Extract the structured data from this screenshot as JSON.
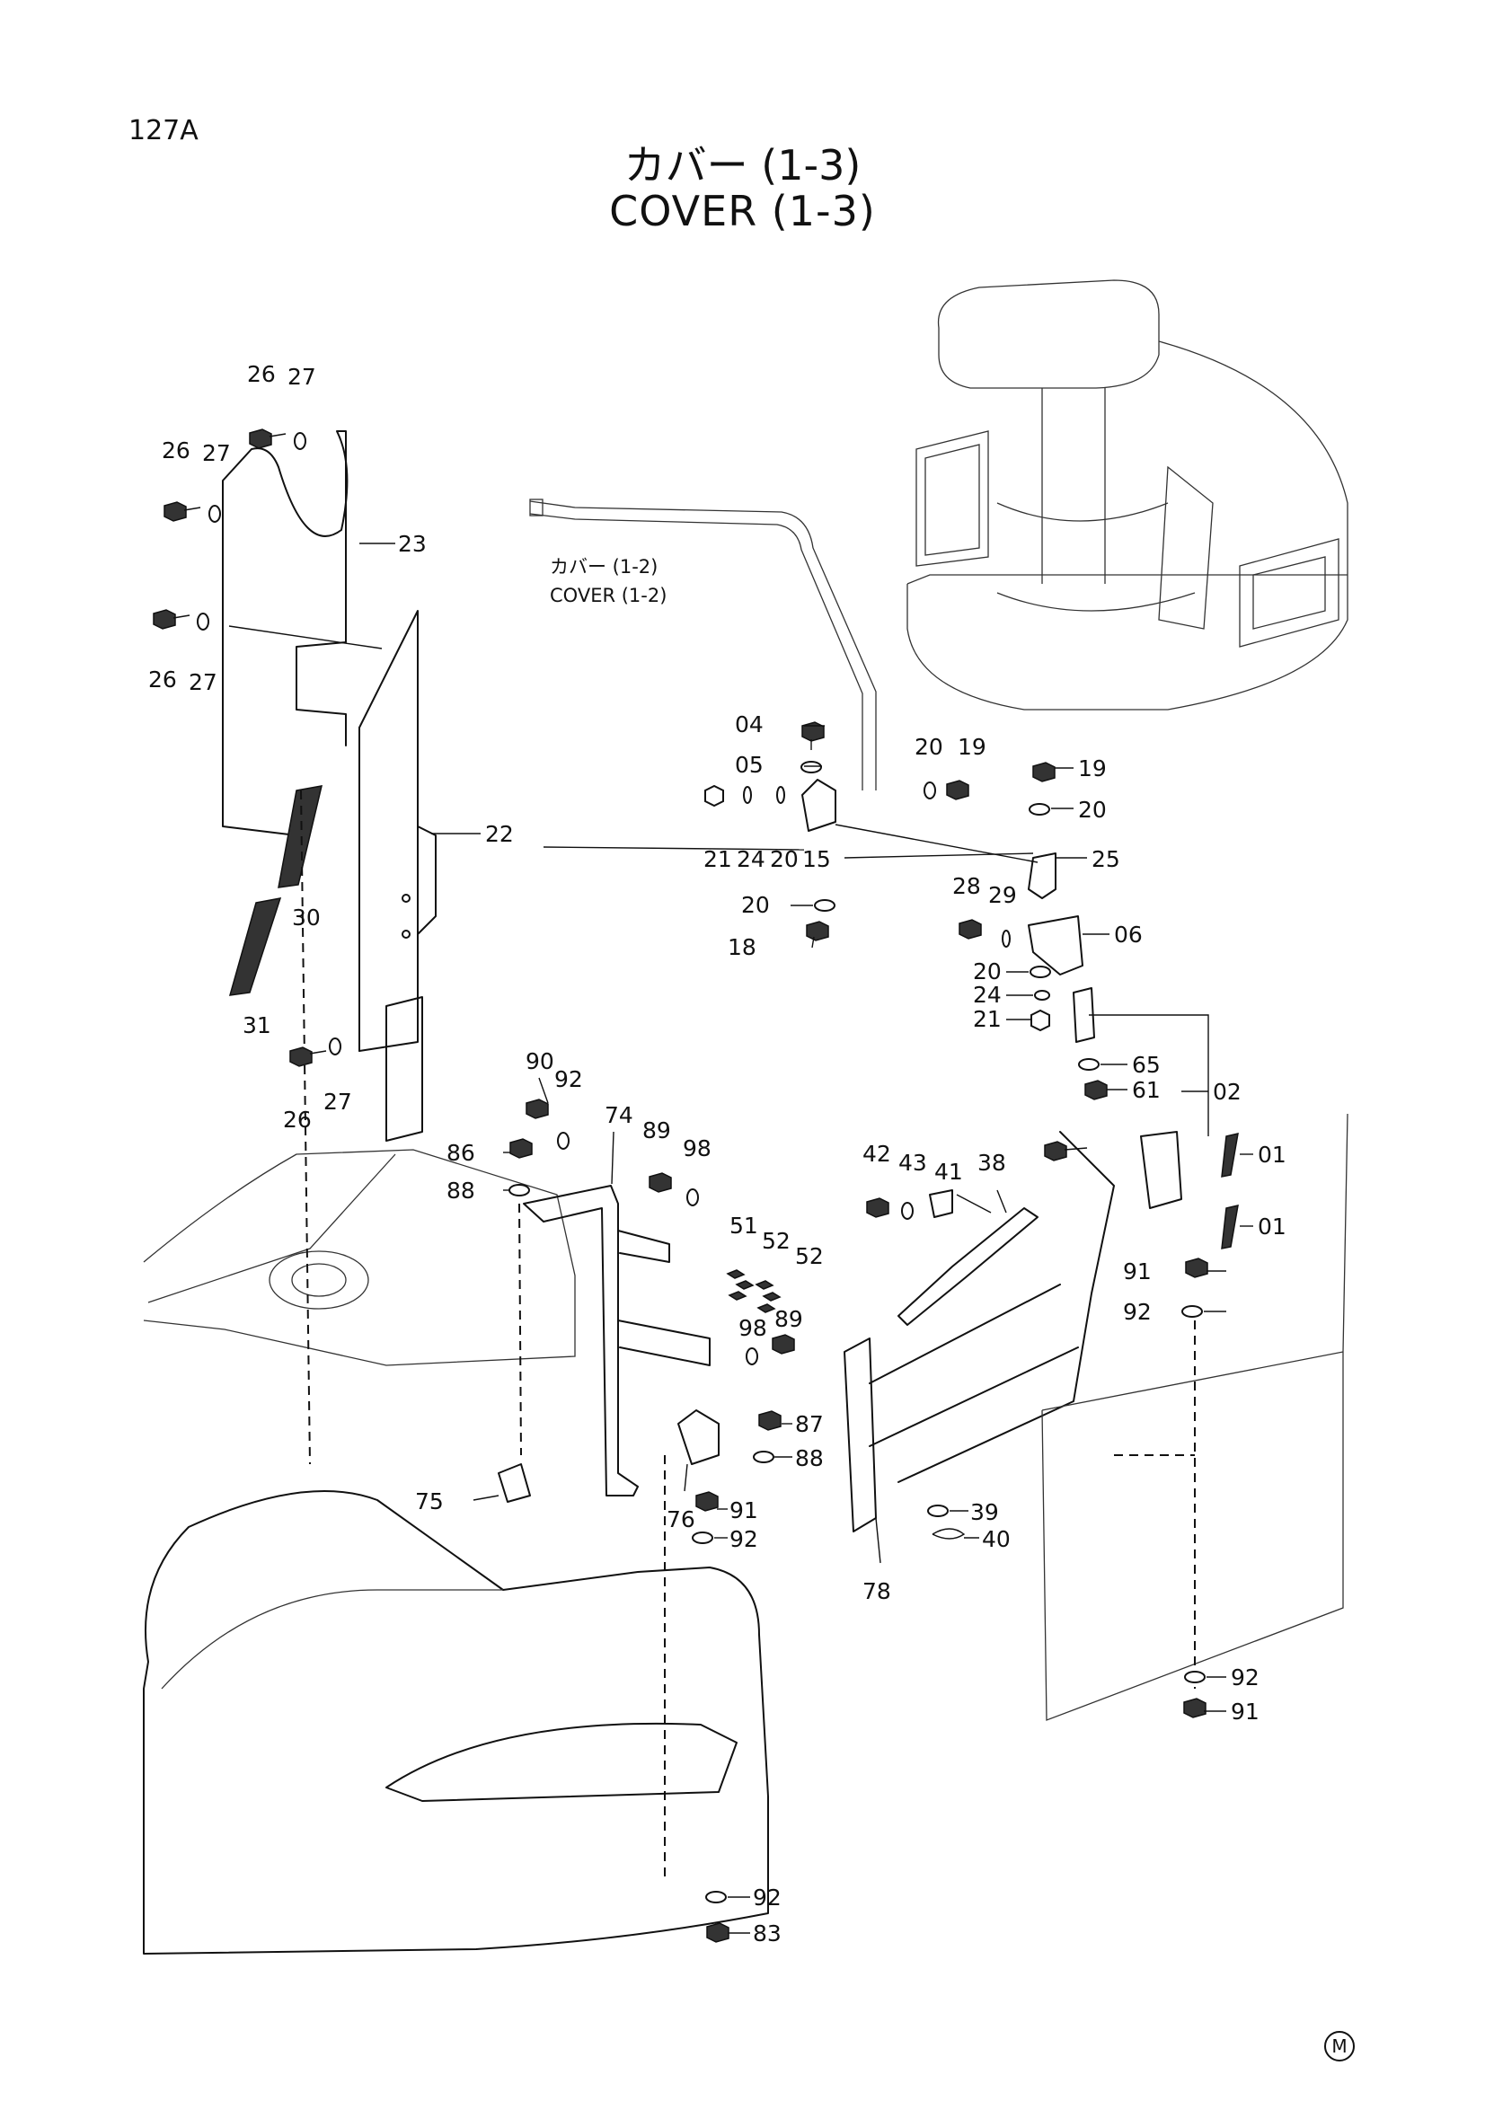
{
  "page_number": "127A",
  "title_jp": "カバー (1-3)",
  "title_en": "COVER (1-3)",
  "reference": {
    "jp": "カバー (1-2)",
    "en": "COVER (1-2)"
  },
  "revision_mark": "M",
  "callouts": [
    {
      "id": "c26a",
      "label": "26"
    },
    {
      "id": "c27a",
      "label": "27"
    },
    {
      "id": "c26b",
      "label": "26"
    },
    {
      "id": "c27b",
      "label": "27"
    },
    {
      "id": "c23",
      "label": "23"
    },
    {
      "id": "c26c",
      "label": "26"
    },
    {
      "id": "c27c",
      "label": "27"
    },
    {
      "id": "c22",
      "label": "22"
    },
    {
      "id": "c30",
      "label": "30"
    },
    {
      "id": "c31",
      "label": "31"
    },
    {
      "id": "c26d",
      "label": "26"
    },
    {
      "id": "c27d",
      "label": "27"
    },
    {
      "id": "c04",
      "label": "04"
    },
    {
      "id": "c05",
      "label": "05"
    },
    {
      "id": "c20a",
      "label": "20"
    },
    {
      "id": "c19a",
      "label": "19"
    },
    {
      "id": "c19b",
      "label": "19"
    },
    {
      "id": "c20b",
      "label": "20"
    },
    {
      "id": "c21a",
      "label": "21"
    },
    {
      "id": "c24a",
      "label": "24"
    },
    {
      "id": "c20c",
      "label": "20"
    },
    {
      "id": "c15",
      "label": "15"
    },
    {
      "id": "c25",
      "label": "25"
    },
    {
      "id": "c20d",
      "label": "20"
    },
    {
      "id": "c28",
      "label": "28"
    },
    {
      "id": "c29",
      "label": "29"
    },
    {
      "id": "c18",
      "label": "18"
    },
    {
      "id": "c06",
      "label": "06"
    },
    {
      "id": "c20e",
      "label": "20"
    },
    {
      "id": "c24b",
      "label": "24"
    },
    {
      "id": "c21b",
      "label": "21"
    },
    {
      "id": "c65",
      "label": "65"
    },
    {
      "id": "c61",
      "label": "61"
    },
    {
      "id": "c02",
      "label": "02"
    },
    {
      "id": "c01a",
      "label": "01"
    },
    {
      "id": "c01b",
      "label": "01"
    },
    {
      "id": "c90",
      "label": "90"
    },
    {
      "id": "c92a",
      "label": "92"
    },
    {
      "id": "c74",
      "label": "74"
    },
    {
      "id": "c86",
      "label": "86"
    },
    {
      "id": "c88a",
      "label": "88"
    },
    {
      "id": "c89a",
      "label": "89"
    },
    {
      "id": "c98a",
      "label": "98"
    },
    {
      "id": "c42",
      "label": "42"
    },
    {
      "id": "c43",
      "label": "43"
    },
    {
      "id": "c41",
      "label": "41"
    },
    {
      "id": "c38",
      "label": "38"
    },
    {
      "id": "c51",
      "label": "51"
    },
    {
      "id": "c52a",
      "label": "52"
    },
    {
      "id": "c52b",
      "label": "52"
    },
    {
      "id": "c91a",
      "label": "91"
    },
    {
      "id": "c92b",
      "label": "92"
    },
    {
      "id": "c98b",
      "label": "98"
    },
    {
      "id": "c89b",
      "label": "89"
    },
    {
      "id": "c87",
      "label": "87"
    },
    {
      "id": "c88b",
      "label": "88"
    },
    {
      "id": "c75",
      "label": "75"
    },
    {
      "id": "c91b",
      "label": "91"
    },
    {
      "id": "c76",
      "label": "76"
    },
    {
      "id": "c92c",
      "label": "92"
    },
    {
      "id": "c39",
      "label": "39"
    },
    {
      "id": "c40",
      "label": "40"
    },
    {
      "id": "c78",
      "label": "78"
    },
    {
      "id": "c92d",
      "label": "92"
    },
    {
      "id": "c91c",
      "label": "91"
    },
    {
      "id": "c92e",
      "label": "92"
    },
    {
      "id": "c83",
      "label": "83"
    }
  ]
}
